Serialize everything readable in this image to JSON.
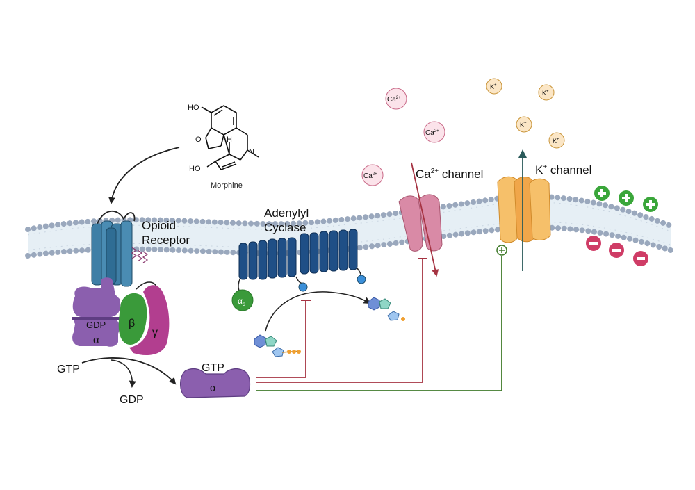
{
  "labels": {
    "morphine": "Morphine",
    "opioid_receptor_line1": "Opioid",
    "opioid_receptor_line2": "Receptor",
    "adenylyl_cyclase_line1": "Adenylyl",
    "adenylyl_cyclase_line2": "Cyclase",
    "ca_channel": "Ca",
    "ca_channel_sup": "2+",
    "ca_channel_suffix": " channel",
    "k_channel": "K",
    "k_channel_sup": "+",
    "k_channel_suffix": " channel",
    "gdp_bound": "GDP",
    "alpha": "α",
    "beta": "β",
    "gamma": "γ",
    "gtp_left": "GTP",
    "gdp_out": "GDP",
    "gtp_active": "GTP",
    "alpha_active": "α",
    "alpha_s": "α",
    "alpha_s_sub": "s"
  },
  "molecule": {
    "ho_top": "HO",
    "o_ring": "O",
    "ho_bottom": "HO",
    "h_label": "H",
    "n_label": "N"
  },
  "ions": {
    "ca_label": "Ca",
    "ca_sup": "2+",
    "k_label": "K",
    "k_sup": "+"
  },
  "colors": {
    "membrane_head": "#9aa8bd",
    "membrane_bg": "#e6eff5",
    "receptor": "#3f7fa6",
    "cyclase": "#1f4f86",
    "g_alpha": "#8b5fae",
    "g_beta": "#3a9a3a",
    "g_gamma": "#b23e8f",
    "ca_channel": "#d98aa6",
    "k_channel": "#f4b35a",
    "inhibit": "#a53342",
    "activate": "#3f7a2a",
    "plus": "#3aa63a",
    "minus": "#cf3c66"
  }
}
